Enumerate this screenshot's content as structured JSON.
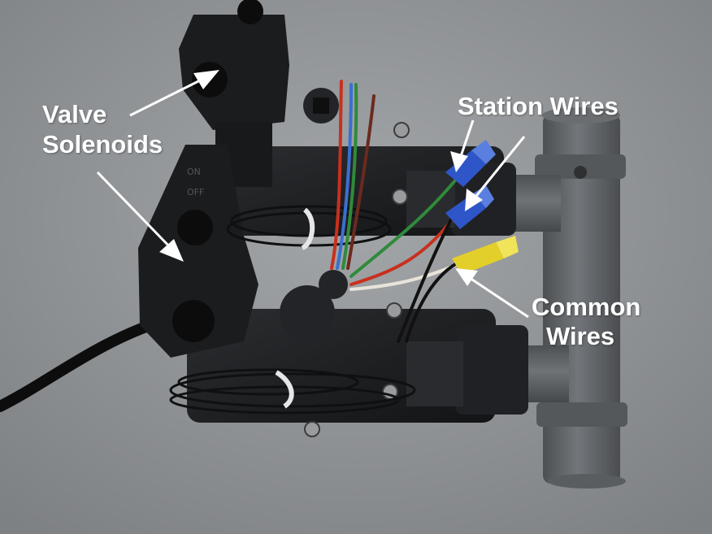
{
  "labels": {
    "valve_line1": "Valve",
    "valve_line2": "Solenoids",
    "station": "Station Wires",
    "common_line1": "Common",
    "common_line2": "Wires"
  },
  "colors": {
    "background": "#8c8f91",
    "label_text": "#ffffff",
    "arrow": "#ffffff",
    "plastic": "#1d1e20",
    "pipe": "#5f6264",
    "wire_nut_blue": "#2f56c8",
    "wire_nut_yellow": "#e3cf2a",
    "wire_red": "#c8301e",
    "wire_green": "#2f8a3b",
    "wire_blue": "#3b6fd0",
    "wire_white": "#e8e4da",
    "wire_black": "#111111"
  }
}
